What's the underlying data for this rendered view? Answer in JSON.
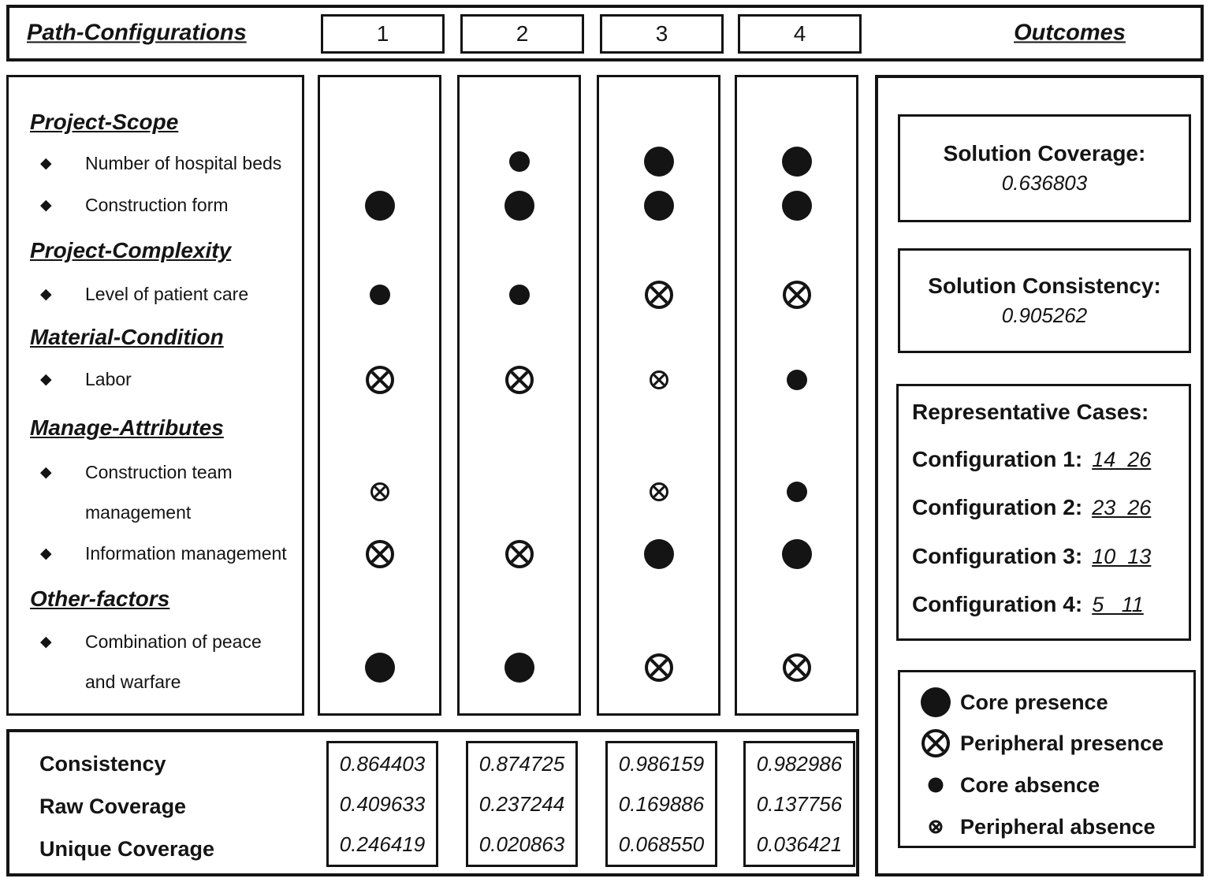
{
  "header": {
    "left_title": "Path-Configurations",
    "config_numbers": [
      "1",
      "2",
      "3",
      "4"
    ],
    "right_title": "Outcomes"
  },
  "attributes_panel": {
    "bullet": "◆",
    "groups": [
      {
        "heading": "Project-Scope",
        "items": [
          "Number of hospital beds",
          "Construction form"
        ]
      },
      {
        "heading": "Project-Complexity",
        "items": [
          "Level of patient care"
        ]
      },
      {
        "heading": "Material-Condition",
        "items": [
          "Labor"
        ]
      },
      {
        "heading": "Manage-Attributes",
        "items": [
          "Construction team management",
          "Information management"
        ]
      },
      {
        "heading": "Other-factors",
        "items": [
          "Combination of peace and warfare"
        ]
      }
    ]
  },
  "configurations": [
    {
      "number": "1",
      "symbols": [
        "none",
        "core-presence",
        "core-absence",
        "peripheral-presence",
        "peripheral-absence",
        "peripheral-presence",
        "core-presence"
      ],
      "consistency": "0.864403",
      "raw_coverage": "0.409633",
      "unique_coverage": "0.246419"
    },
    {
      "number": "2",
      "symbols": [
        "core-absence",
        "core-presence",
        "core-absence",
        "peripheral-presence",
        "none",
        "peripheral-presence",
        "core-presence"
      ],
      "consistency": "0.874725",
      "raw_coverage": "0.237244",
      "unique_coverage": "0.020863"
    },
    {
      "number": "3",
      "symbols": [
        "core-presence",
        "core-presence",
        "peripheral-presence",
        "peripheral-absence",
        "peripheral-absence",
        "core-presence",
        "peripheral-presence"
      ],
      "consistency": "0.986159",
      "raw_coverage": "0.169886",
      "unique_coverage": "0.068550"
    },
    {
      "number": "4",
      "symbols": [
        "core-presence",
        "core-presence",
        "peripheral-presence",
        "core-absence",
        "core-absence",
        "core-presence",
        "peripheral-presence"
      ],
      "consistency": "0.982986",
      "raw_coverage": "0.137756",
      "unique_coverage": "0.036421"
    }
  ],
  "stats_labels": {
    "consistency": "Consistency",
    "raw_coverage": "Raw Coverage",
    "unique_coverage": "Unique Coverage"
  },
  "outcomes": {
    "solution_coverage": {
      "label": "Solution Coverage:",
      "value": "0.636803"
    },
    "solution_consistency": {
      "label": "Solution Consistency:",
      "value": "0.905262"
    },
    "representative_cases": {
      "title": "Representative Cases:",
      "cases": [
        {
          "label": "Configuration 1:",
          "value": "14  26"
        },
        {
          "label": "Configuration 2:",
          "value": "23  26"
        },
        {
          "label": "Configuration 3:",
          "value": "10  13"
        },
        {
          "label": "Configuration 4:",
          "value": "5   11"
        }
      ]
    },
    "legend": [
      {
        "symbol": "core-presence",
        "label": "Core presence"
      },
      {
        "symbol": "peripheral-presence",
        "label": "Peripheral presence"
      },
      {
        "symbol": "core-absence",
        "label": "Core absence"
      },
      {
        "symbol": "peripheral-absence",
        "label": "Peripheral absence"
      }
    ]
  },
  "colors": {
    "ink": "#141414",
    "background": "#ffffff"
  }
}
